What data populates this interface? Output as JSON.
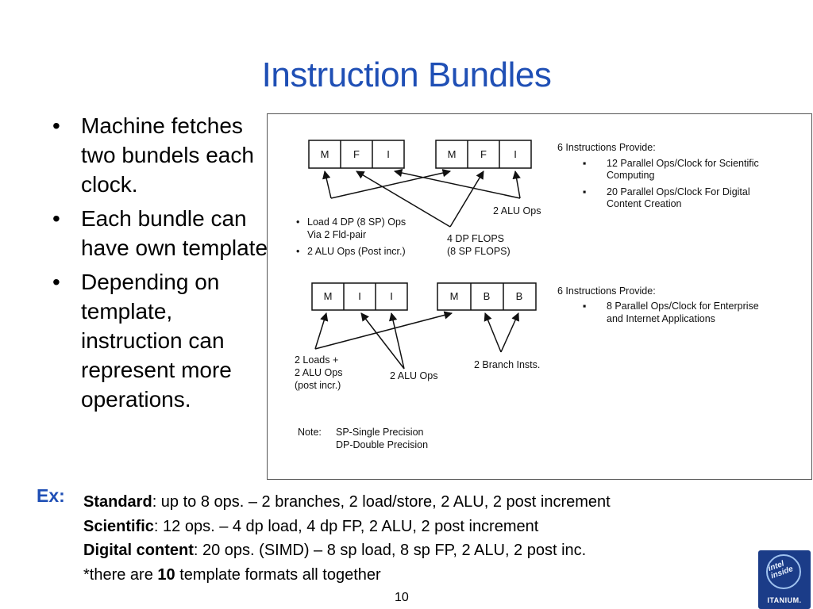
{
  "title": "Instruction Bundles",
  "bullets": [
    "Machine fetches two bundels each clock.",
    "Each bundle can have own template",
    "Depending on template, instruction can represent more operations."
  ],
  "figure": {
    "top": {
      "bundle1": [
        "M",
        "F",
        "I"
      ],
      "bundle2": [
        "M",
        "F",
        "I"
      ],
      "alu_label": "2 ALU Ops",
      "load_bullets": [
        "Load 4 DP (8 SP) Ops",
        "Via 2 Fld-pair",
        "2 ALU Ops (Post incr.)"
      ],
      "flops": [
        "4 DP FLOPS",
        "(8 SP FLOPS)"
      ],
      "provide_title": "6 Instructions Provide:",
      "provide_items": [
        [
          "12 Parallel Ops/Clock for Scientific",
          "Computing"
        ],
        [
          "20 Parallel Ops/Clock For Digital",
          "Content Creation"
        ]
      ]
    },
    "bottom": {
      "bundle1": [
        "M",
        "I",
        "I"
      ],
      "bundle2": [
        "M",
        "B",
        "B"
      ],
      "loads": [
        "2 Loads +",
        "2 ALU Ops",
        "(post incr.)"
      ],
      "alu_label": "2 ALU Ops",
      "branch_label": "2 Branch Insts.",
      "provide_title": "6 Instructions Provide:",
      "provide_items": [
        [
          "8 Parallel Ops/Clock for Enterprise",
          "and Internet Applications"
        ]
      ]
    },
    "note_label": "Note:",
    "note_lines": [
      "SP-Single Precision",
      "DP-Double Precision"
    ]
  },
  "example": {
    "label": "Ex:",
    "lines": [
      {
        "bold": "Standard",
        "rest": ": up to 8 ops. – 2 branches, 2 load/store, 2 ALU, 2 post increment"
      },
      {
        "bold": "Scientific",
        "rest": ": 12 ops. – 4 dp load, 4 dp FP, 2 ALU, 2 post increment"
      },
      {
        "bold": "Digital content",
        "rest": ": 20 ops. (SIMD) – 8 sp load, 8 sp FP, 2 ALU, 2 post inc."
      }
    ],
    "footer_pre": "*there are ",
    "footer_bold": "10",
    "footer_post": " template formats all together"
  },
  "page_number": "10",
  "logo": {
    "line1": "intel",
    "line2": "inside",
    "brand": "ITANIUM."
  },
  "colors": {
    "title": "#1f4fb5",
    "logo_bg": "#1b3c88"
  }
}
